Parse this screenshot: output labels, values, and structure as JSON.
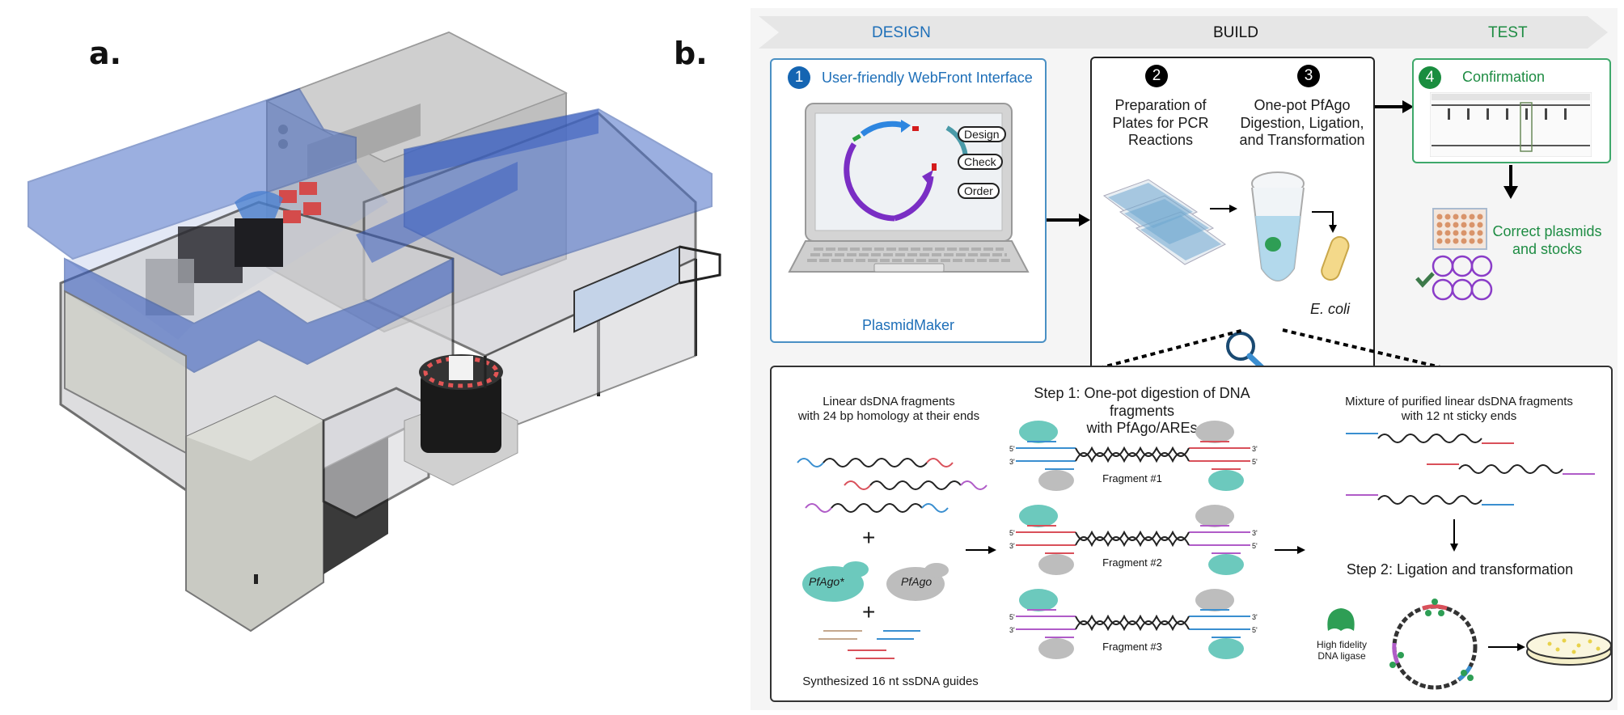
{
  "figure": {
    "panel_a_label": "a.",
    "panel_b_label": "b."
  },
  "banner": {
    "design": "DESIGN",
    "build": "BUILD",
    "test": "TEST",
    "colors": {
      "design": "#1e6fb8",
      "build": "#111111",
      "test": "#1e8c43",
      "background": "#e6e6e6"
    }
  },
  "steps": [
    {
      "number": "1",
      "title": "User-friendly WebFront Interface",
      "subtitle": "PlasmidMaker",
      "menu": [
        "Design",
        "Check",
        "Order"
      ]
    },
    {
      "number": "2",
      "title_lines": [
        "Preparation of",
        "Plates for PCR",
        "Reactions"
      ]
    },
    {
      "number": "3",
      "title_lines": [
        "One-pot PfAgo",
        "Digestion, Ligation,",
        "and Transformation"
      ],
      "organism": "E. coli"
    },
    {
      "number": "4",
      "title": "Confirmation",
      "result_lines": [
        "Correct plasmids",
        "and stocks"
      ]
    }
  ],
  "detail": {
    "inputs_title": [
      "Linear dsDNA fragments",
      "with 24 bp homology at their ends"
    ],
    "enzyme_labels": [
      "PfAgo*",
      "PfAgo"
    ],
    "guides_label": "Synthesized 16 nt ssDNA guides",
    "plus": "+",
    "step1_title": [
      "Step 1: One-pot digestion of DNA fragments",
      "with PfAgo/AREs"
    ],
    "fragments": [
      "Fragment #1",
      "Fragment #2",
      "Fragment #3"
    ],
    "end_labels": {
      "five": "5'",
      "three": "3'"
    },
    "mixture_title": [
      "Mixture of purified linear dsDNA fragments",
      "with 12 nt sticky ends"
    ],
    "step2_title": "Step 2: Ligation and transformation",
    "ligase_label": [
      "High fidelity",
      "DNA ligase"
    ]
  },
  "colors": {
    "blue_seg": "#3a8fd0",
    "red_seg": "#d9505a",
    "purple_seg": "#b05cc8",
    "teal_enzyme": "#6cc9bd",
    "grey_enzyme": "#bdbdbd",
    "ligase": "#2e9e55"
  }
}
